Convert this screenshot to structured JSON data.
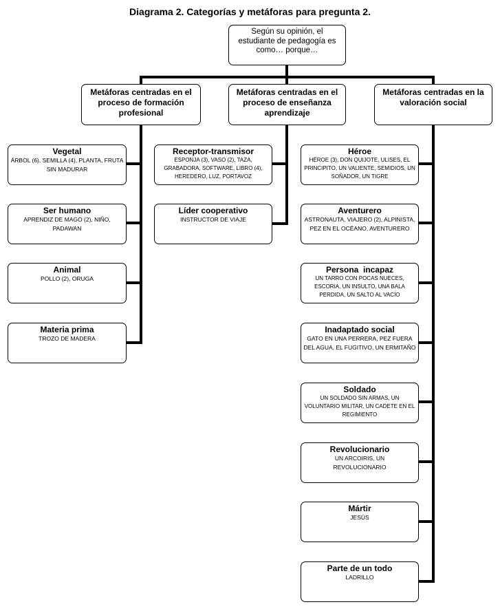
{
  "title": "Diagrama 2. Categorías y metáforas para pregunta 2.",
  "root": "Según su opinión, el estudiante de pedagogía es como… porque…",
  "categories": [
    {
      "label": "Metáforas centradas en el proceso de formación profesional",
      "items": [
        {
          "title": "Vegetal",
          "body": "ÁRBOL (6), SEMILLA (4), PLANTA, FRUTA SIN MADURAR"
        },
        {
          "title": "Ser humano",
          "body": "APRENDIZ DE MAGO (2), NIÑO, PADAWAN"
        },
        {
          "title": "Animal",
          "body": "POLLO (2), ORUGA"
        },
        {
          "title": "Materia prima",
          "body": "TROZO DE MADERA"
        }
      ]
    },
    {
      "label": "Metáforas centradas en el proceso de enseñanza aprendizaje",
      "items": [
        {
          "title": "Receptor-transmisor",
          "body": "ESPONJA (3), VASO (2), TAZA, GRABADORA, SOFTWARE, LIBRO (4), HEREDERO, LUZ, PORTAVOZ"
        },
        {
          "title": "Líder cooperativo",
          "body": "INSTRUCTOR DE VIAJE"
        }
      ]
    },
    {
      "label": "Metáforas centradas en la valoración social",
      "items": [
        {
          "title": "Héroe",
          "body": "HÉROE (3), DON QUIJOTE, ULISES, EL PRINCIPITO, UN VALIENTE, SEMIDIOS, UN SOÑADOR, UN TIGRE"
        },
        {
          "title": "Aventurero",
          "body": "ASTRONAUTA, VIAJERO (2), ALPINISTA, PEZ EN EL OCÉANO, AVENTURERO"
        },
        {
          "title": "Persona  incapaz",
          "body": "UN TARRO CON POCAS NUECES, ESCORIA, UN INSULTO, UNA BALA PERDIDA, UN SALTO AL VACÍO"
        },
        {
          "title": "Inadaptado social",
          "body": "GATO EN UNA PERRERA, PEZ FUERA DEL AGUA, EL FUGITIVO, UN ERMITAÑO"
        },
        {
          "title": "Soldado",
          "body": "UN SOLDADO SIN ARMAS, UN VOLUNTARIO MILITAR, UN CADETE EN EL REGIMIENTO"
        },
        {
          "title": "Revolucionario",
          "body": "UN ARCOIRIS, UN REVOLUCIONARIO"
        },
        {
          "title": "Mártir",
          "body": "JESÚS"
        },
        {
          "title": "Parte de un todo",
          "body": "LADRILLO"
        }
      ]
    }
  ]
}
